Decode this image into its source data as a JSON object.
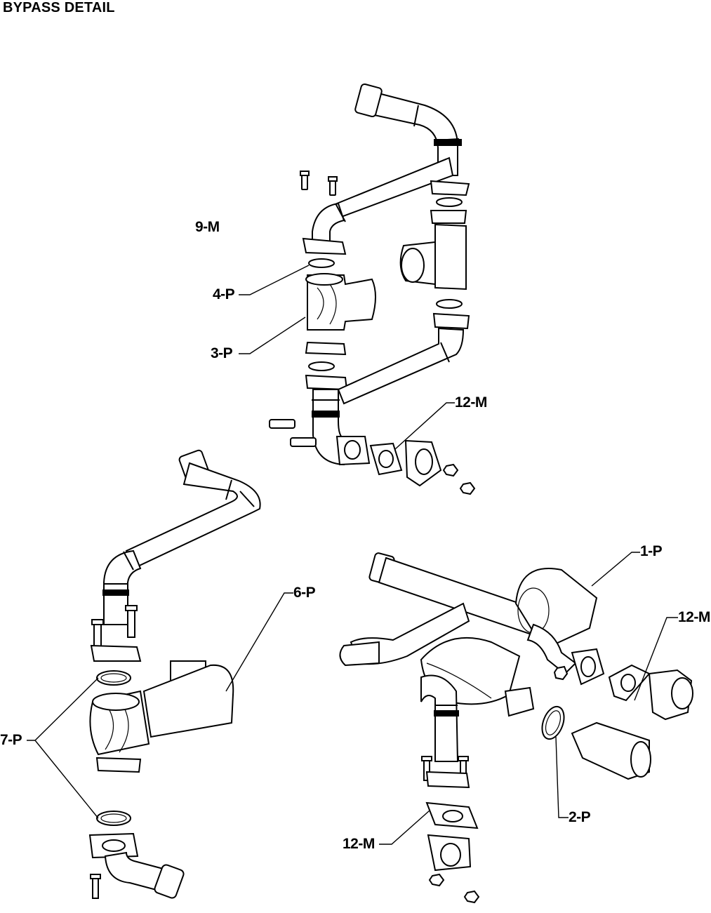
{
  "title": "BYPASS DETAIL",
  "callouts": {
    "c9m": "9-M",
    "c4p": "4-P",
    "c3p": "3-P",
    "c12m_top": "12-M",
    "c1p": "1-P",
    "c6p": "6-P",
    "c12m_right": "12-M",
    "c7p": "7-P",
    "c2p": "2-P",
    "c12m_bottom": "12-M"
  }
}
